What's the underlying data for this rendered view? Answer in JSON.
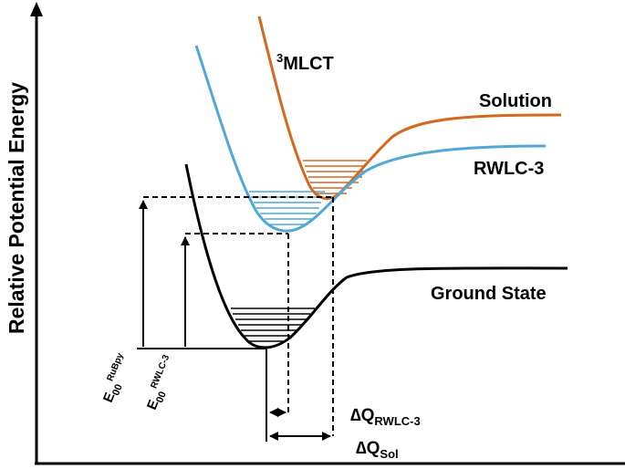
{
  "axis": {
    "y_label": "Relative Potential Energy"
  },
  "curves": {
    "mlct": {
      "label_sup": "3",
      "label_main": "MLCT",
      "color": "#D2691E"
    },
    "solution": {
      "label": "Solution",
      "color": "#D2691E"
    },
    "rwlc": {
      "label": "RWLC-3",
      "color": "#4FA8D8"
    },
    "ground": {
      "label": "Ground State",
      "color": "#000000"
    }
  },
  "energy_labels": {
    "e00_rubpy": {
      "main": "E",
      "sub": "00",
      "sup": "RuBpy"
    },
    "e00_rwlc": {
      "main": "E",
      "sub": "00",
      "sup": "RWLC-3"
    }
  },
  "displacements": {
    "dq_rwlc": {
      "delta": "∆Q",
      "sub": "RWLC-3"
    },
    "dq_sol": {
      "delta": "∆Q",
      "sub": "Sol"
    }
  }
}
